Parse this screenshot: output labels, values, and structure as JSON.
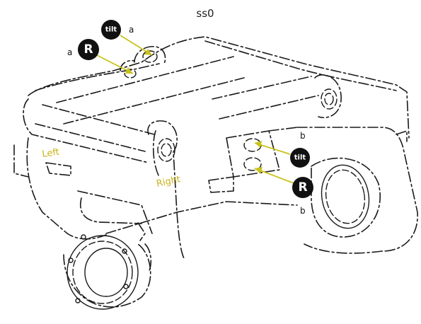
{
  "title": "ss0",
  "side_labels": {
    "left": "Left",
    "right": "Right"
  },
  "port_labels": {
    "a_left": "a",
    "a_right": "a",
    "b_top": "b",
    "b_bottom": "b"
  },
  "badges": {
    "tilt_top": "tilt",
    "r_top": "R",
    "tilt_right": "tilt",
    "r_right": "R"
  },
  "colors": {
    "arrow": "#c9c21a",
    "label_accent": "#c9b21a",
    "line": "#1a1a1a",
    "badge": "#111111"
  }
}
